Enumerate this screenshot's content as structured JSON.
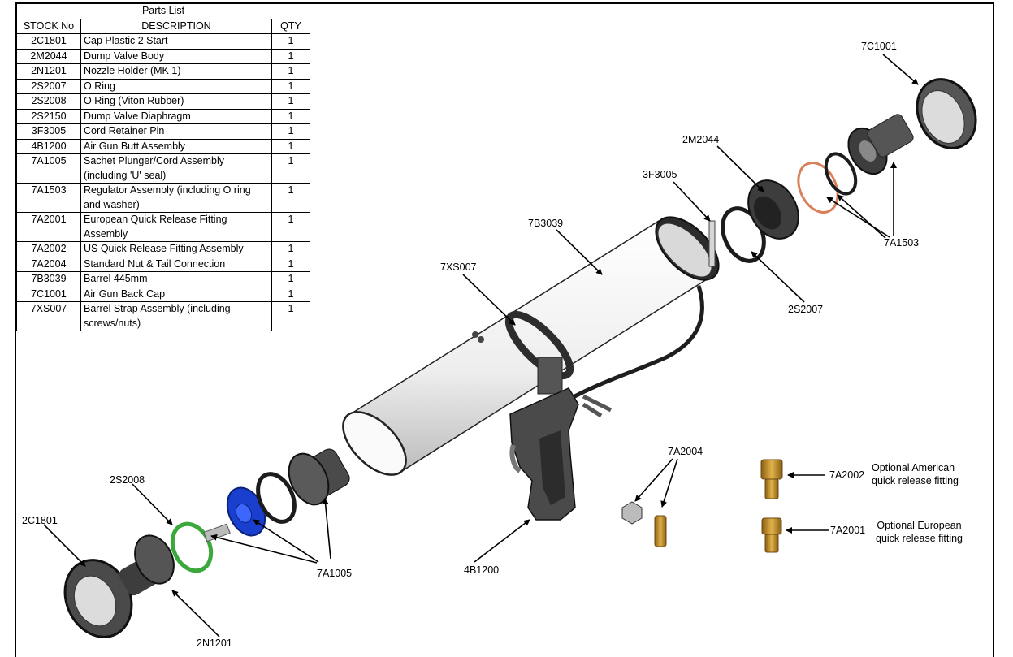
{
  "parts_list": {
    "title": "Parts List",
    "headers": {
      "stock_no": "STOCK No",
      "description": "DESCRIPTION",
      "qty": "QTY"
    },
    "rows": [
      {
        "code": "2C1801",
        "lines": [
          "Cap Plastic 2 Start"
        ],
        "qty": "1"
      },
      {
        "code": "2M2044",
        "lines": [
          "Dump Valve Body"
        ],
        "qty": "1"
      },
      {
        "code": "2N1201",
        "lines": [
          "Nozzle Holder (MK 1)"
        ],
        "qty": "1"
      },
      {
        "code": "2S2007",
        "lines": [
          "O Ring"
        ],
        "qty": "1"
      },
      {
        "code": "2S2008",
        "lines": [
          "O Ring (Viton Rubber)"
        ],
        "qty": "1"
      },
      {
        "code": "2S2150",
        "lines": [
          "Dump Valve Diaphragm"
        ],
        "qty": "1"
      },
      {
        "code": "3F3005",
        "lines": [
          "Cord Retainer Pin"
        ],
        "qty": "1"
      },
      {
        "code": "4B1200",
        "lines": [
          "Air Gun Butt Assembly"
        ],
        "qty": "1"
      },
      {
        "code": "7A1005",
        "lines": [
          "Sachet Plunger/Cord Assembly",
          "(including 'U' seal)"
        ],
        "qty": "1"
      },
      {
        "code": "7A1503",
        "lines": [
          "Regulator Assembly (including O ring",
          "and washer)"
        ],
        "qty": "1"
      },
      {
        "code": "7A2001",
        "lines": [
          "European Quick Release Fitting",
          "Assembly"
        ],
        "qty": "1"
      },
      {
        "code": "7A2002",
        "lines": [
          "US Quick Release Fitting Assembly"
        ],
        "qty": "1"
      },
      {
        "code": "7A2004",
        "lines": [
          "Standard Nut & Tail Connection"
        ],
        "qty": "1"
      },
      {
        "code": "7B3039",
        "lines": [
          "Barrel 445mm"
        ],
        "qty": "1"
      },
      {
        "code": "7C1001",
        "lines": [
          "Air Gun Back Cap"
        ],
        "qty": "1"
      },
      {
        "code": "7XS007",
        "lines": [
          "Barrel Strap Assembly (including",
          "screws/nuts)"
        ],
        "qty": "1"
      }
    ]
  },
  "callouts": {
    "7C1001": "7C1001",
    "2M2044": "2M2044",
    "3F3005": "3F3005",
    "7B3039": "7B3039",
    "7XS007": "7XS007",
    "7A1503": "7A1503",
    "2S2007": "2S2007",
    "2S2008": "2S2008",
    "2C1801": "2C1801",
    "2N1201": "2N1201",
    "7A1005": "7A1005",
    "4B1200": "4B1200",
    "7A2004": "7A2004",
    "7A2002": "7A2002",
    "7A2001": "7A2001"
  },
  "notes": {
    "american": [
      "Optional American",
      "quick release fitting"
    ],
    "european": [
      "Optional European",
      "quick release fitting"
    ]
  },
  "colors": {
    "plunger_blue": "#1a3fcf",
    "oring_green": "#3aa83a",
    "oring_orange": "#d9805a",
    "brass": "#c8962e",
    "dark_part": "#3a3a3a",
    "barrel": "#eeeeee"
  }
}
